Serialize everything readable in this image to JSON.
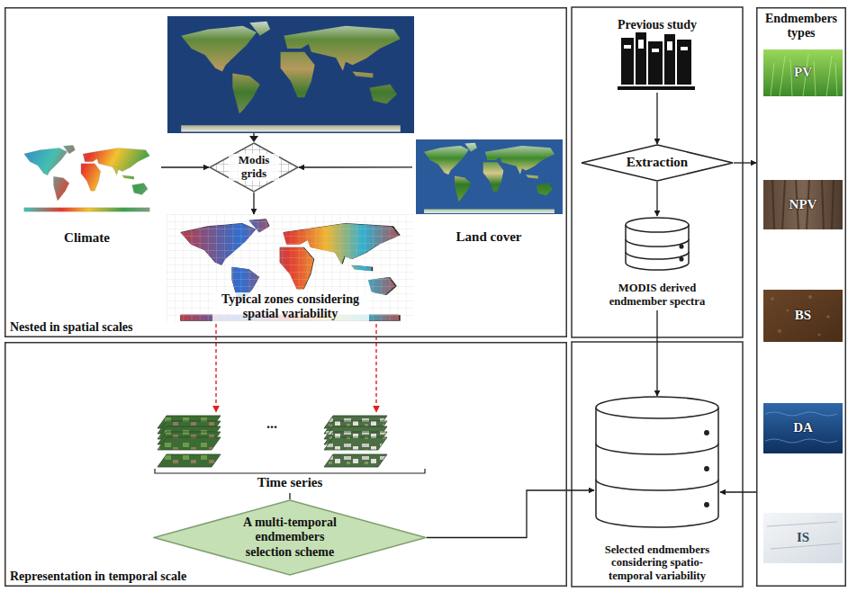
{
  "diagram": {
    "nodes": [
      {
        "text": [
          "Nested in spatial scales"
        ]
      },
      {
        "text": [
          "Climate"
        ],
        "in": 0
      },
      {
        "text": [
          "Modis grids"
        ],
        "in": 0
      },
      {
        "text": [
          "Land cover"
        ],
        "in": 0
      },
      {
        "text": [
          "Typical zones considering spatial variability"
        ],
        "in": 0
      },
      {
        "text": [
          "Representation in temporal scale"
        ]
      },
      {
        "text": [
          "Time series"
        ],
        "in": 5
      },
      {
        "text": [
          "A multi-temporal endmembers selection scheme"
        ],
        "in": 5
      },
      {
        "text": [
          "Previous study"
        ]
      },
      {
        "text": [
          "Extraction"
        ]
      },
      {
        "text": [
          "MODIS derived endmember spectra"
        ]
      },
      {
        "text": [
          "Selected endmembers considering spatio-temporal variability"
        ]
      },
      {
        "text": [
          "Endmembers types"
        ]
      },
      {
        "text": [
          "PV"
        ],
        "in": 12
      },
      {
        "text": [
          "NPV"
        ],
        "in": 12
      },
      {
        "text": [
          "BS"
        ],
        "in": 12
      },
      {
        "text": [
          "DA"
        ],
        "in": 12
      },
      {
        "text": [
          "IS"
        ],
        "in": 12
      }
    ],
    "edges": [
      {
        "from": 1,
        "to": 2,
        "arrow": "to"
      },
      {
        "from": 3,
        "to": 2,
        "arrow": "to"
      },
      {
        "from": 2,
        "to": 4,
        "arrow": "to"
      },
      {
        "from": 4,
        "to": 6,
        "arrow": "to"
      },
      {
        "from": 4,
        "to": 6,
        "arrow": "to"
      },
      {
        "from": 6,
        "to": 7,
        "arrow": "none"
      },
      {
        "from": 7,
        "to": 11,
        "arrow": "to"
      },
      {
        "from": 8,
        "to": 9,
        "arrow": "to"
      },
      {
        "from": 9,
        "to": 12,
        "arrow": "to"
      },
      {
        "from": 9,
        "to": 10,
        "arrow": "to"
      },
      {
        "from": 10,
        "to": 11,
        "arrow": "to"
      },
      {
        "from": 12,
        "to": 11,
        "arrow": "to"
      }
    ],
    "labels": [
      "..."
    ]
  }
}
